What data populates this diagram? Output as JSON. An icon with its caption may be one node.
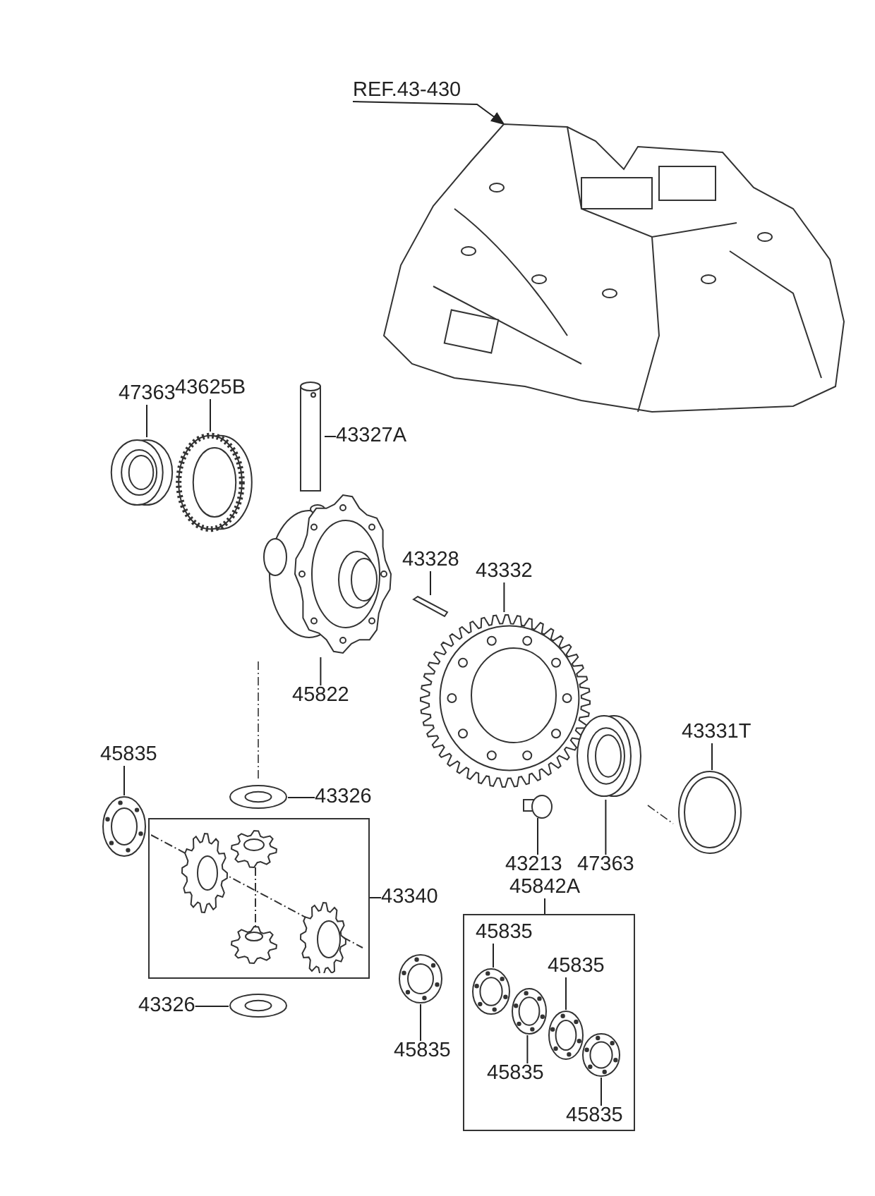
{
  "diagram": {
    "nodes": [
      {
        "text": [
          "REF.43-430"
        ]
      },
      {
        "text": [],
        "shape": "picture"
      },
      {
        "text": [
          "47363"
        ]
      },
      {
        "text": [],
        "shape": "picture"
      },
      {
        "text": [
          "43625B"
        ]
      },
      {
        "text": [],
        "shape": "picture"
      },
      {
        "text": [
          "43327A"
        ]
      },
      {
        "text": [],
        "shape": "picture"
      },
      {
        "text": [
          "43328"
        ]
      },
      {
        "text": [],
        "shape": "picture"
      },
      {
        "text": [
          "43332"
        ]
      },
      {
        "text": [],
        "shape": "picture"
      },
      {
        "text": [
          "45822"
        ]
      },
      {
        "text": [],
        "shape": "picture"
      },
      {
        "text": [
          "43213"
        ]
      },
      {
        "text": [],
        "shape": "picture"
      },
      {
        "text": [
          "47363"
        ]
      },
      {
        "text": [],
        "shape": "picture"
      },
      {
        "text": [
          "43331T"
        ]
      },
      {
        "text": [],
        "shape": "picture"
      },
      {
        "text": [
          "45835"
        ]
      },
      {
        "text": [],
        "shape": "picture"
      },
      {
        "text": [
          "43326"
        ]
      },
      {
        "text": [],
        "shape": "picture"
      },
      {
        "text": [],
        "shape": "box"
      },
      {
        "text": [
          "43340"
        ]
      },
      {
        "text": [
          "43326"
        ]
      },
      {
        "text": [],
        "shape": "picture"
      },
      {
        "text": [
          "45835"
        ]
      },
      {
        "text": [],
        "shape": "picture"
      },
      {
        "text": [
          "45842A"
        ]
      },
      {
        "text": [],
        "shape": "box"
      },
      {
        "text": [
          "45835"
        ],
        "in": 31
      },
      {
        "text": [],
        "shape": "picture",
        "in": 31
      },
      {
        "text": [
          "45835"
        ],
        "in": 31
      },
      {
        "text": [],
        "shape": "picture",
        "in": 31
      },
      {
        "text": [],
        "shape": "picture",
        "in": 31
      },
      {
        "text": [
          "45835"
        ],
        "in": 31
      },
      {
        "text": [],
        "shape": "picture",
        "in": 31
      },
      {
        "text": [
          "45835"
        ],
        "in": 31
      }
    ],
    "edges": [
      {
        "from": 0,
        "to": 1,
        "arrow": "to"
      },
      {
        "from": 2,
        "to": 3,
        "arrow": "none"
      },
      {
        "from": 4,
        "to": 5,
        "arrow": "none"
      },
      {
        "from": 6,
        "to": 7,
        "arrow": "none"
      },
      {
        "from": 8,
        "to": 9,
        "arrow": "none"
      },
      {
        "from": 10,
        "to": 11,
        "arrow": "none"
      },
      {
        "from": 12,
        "to": 13,
        "arrow": "none"
      },
      {
        "from": 14,
        "to": 15,
        "arrow": "none"
      },
      {
        "from": 16,
        "to": 17,
        "arrow": "none"
      },
      {
        "from": 18,
        "to": 19,
        "arrow": "none"
      },
      {
        "from": 20,
        "to": 21,
        "arrow": "none"
      },
      {
        "from": 22,
        "to": 23,
        "arrow": "none"
      },
      {
        "from": 25,
        "to": 24,
        "arrow": "none"
      },
      {
        "from": 26,
        "to": 27,
        "arrow": "none"
      },
      {
        "from": 28,
        "to": 29,
        "arrow": "none"
      },
      {
        "from": 30,
        "to": 31,
        "arrow": "none"
      },
      {
        "from": 32,
        "to": 33,
        "arrow": "none"
      },
      {
        "from": 34,
        "to": 35,
        "arrow": "none"
      },
      {
        "from": 37,
        "to": 36,
        "arrow": "none"
      },
      {
        "from": 39,
        "to": 38,
        "arrow": "none"
      }
    ]
  }
}
